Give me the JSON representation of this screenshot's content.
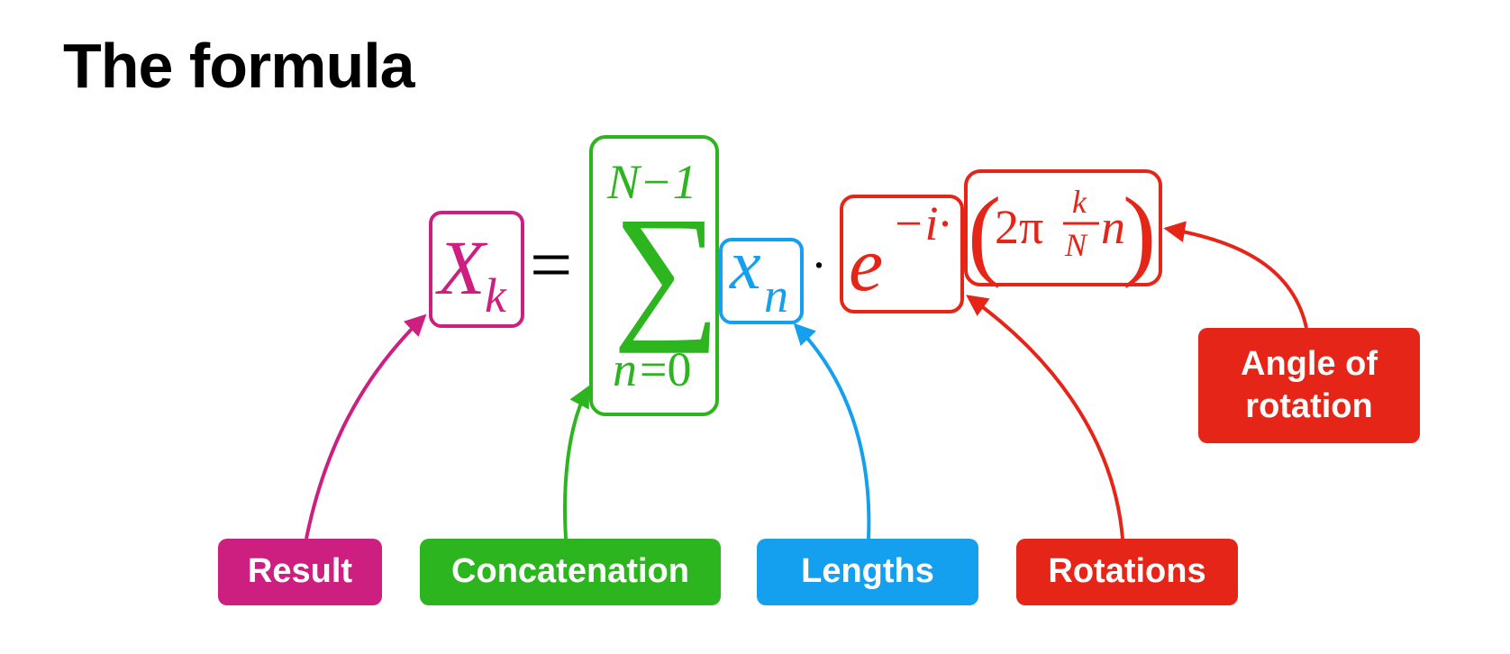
{
  "title": "The formula",
  "formula": {
    "result_symbol": "X",
    "result_subscript": "k",
    "equals": "=",
    "sum_upper": "N−1",
    "sum_symbol": "∑",
    "sum_lower_var": "n",
    "sum_lower_eq": "=0",
    "term_symbol": "x",
    "term_subscript": "n",
    "dot": "·",
    "exp_base": "e",
    "exp_power": "−i·",
    "paren_open": "(",
    "angle_coef": "2π",
    "frac_num": "k",
    "frac_den": "N",
    "angle_var": "n",
    "paren_close": ")"
  },
  "labels": {
    "result": "Result",
    "concatenation": "Concatenation",
    "lengths": "Lengths",
    "rotations": "Rotations",
    "angle_line1": "Angle of",
    "angle_line2": "rotation"
  },
  "colors": {
    "result": "#cc1f7f",
    "concatenation": "#2db51f",
    "lengths": "#14a0ee",
    "rotations": "#e52518"
  }
}
